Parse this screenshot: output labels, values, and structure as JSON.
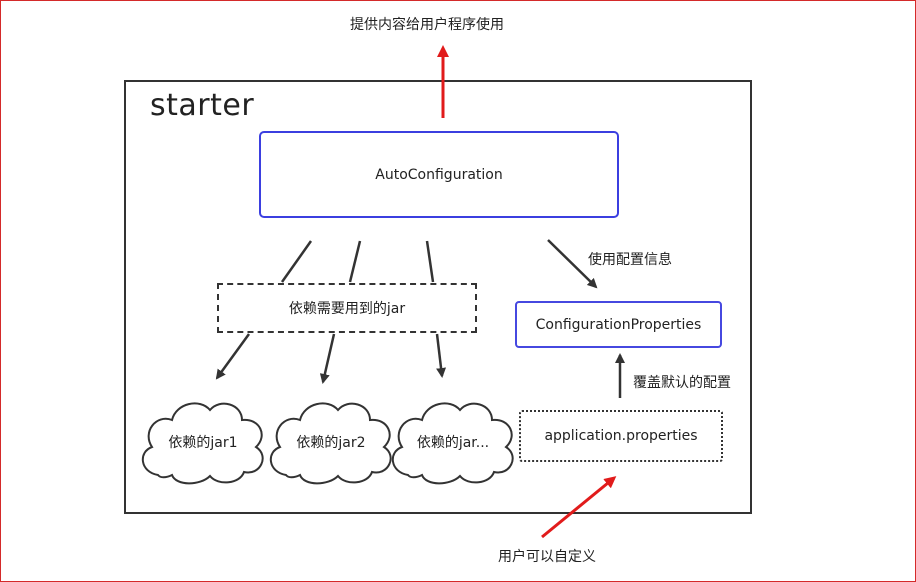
{
  "top_label": "提供内容给用户程序使用",
  "starter_title": "starter",
  "auto_configuration": "AutoConfiguration",
  "dependencies_label": "依赖需要用到的jar",
  "use_config_label": "使用配置信息",
  "configuration_properties": "ConfigurationProperties",
  "override_label": "覆盖默认的配置",
  "application_properties": "application.properties",
  "user_custom_label": "用户可以自定义",
  "jars": [
    "依赖的jar1",
    "依赖的jar2",
    "依赖的jar..."
  ],
  "colors": {
    "red_arrow": "#e11b1b",
    "blue_border": "#3b3fe0",
    "dark": "#333333"
  }
}
